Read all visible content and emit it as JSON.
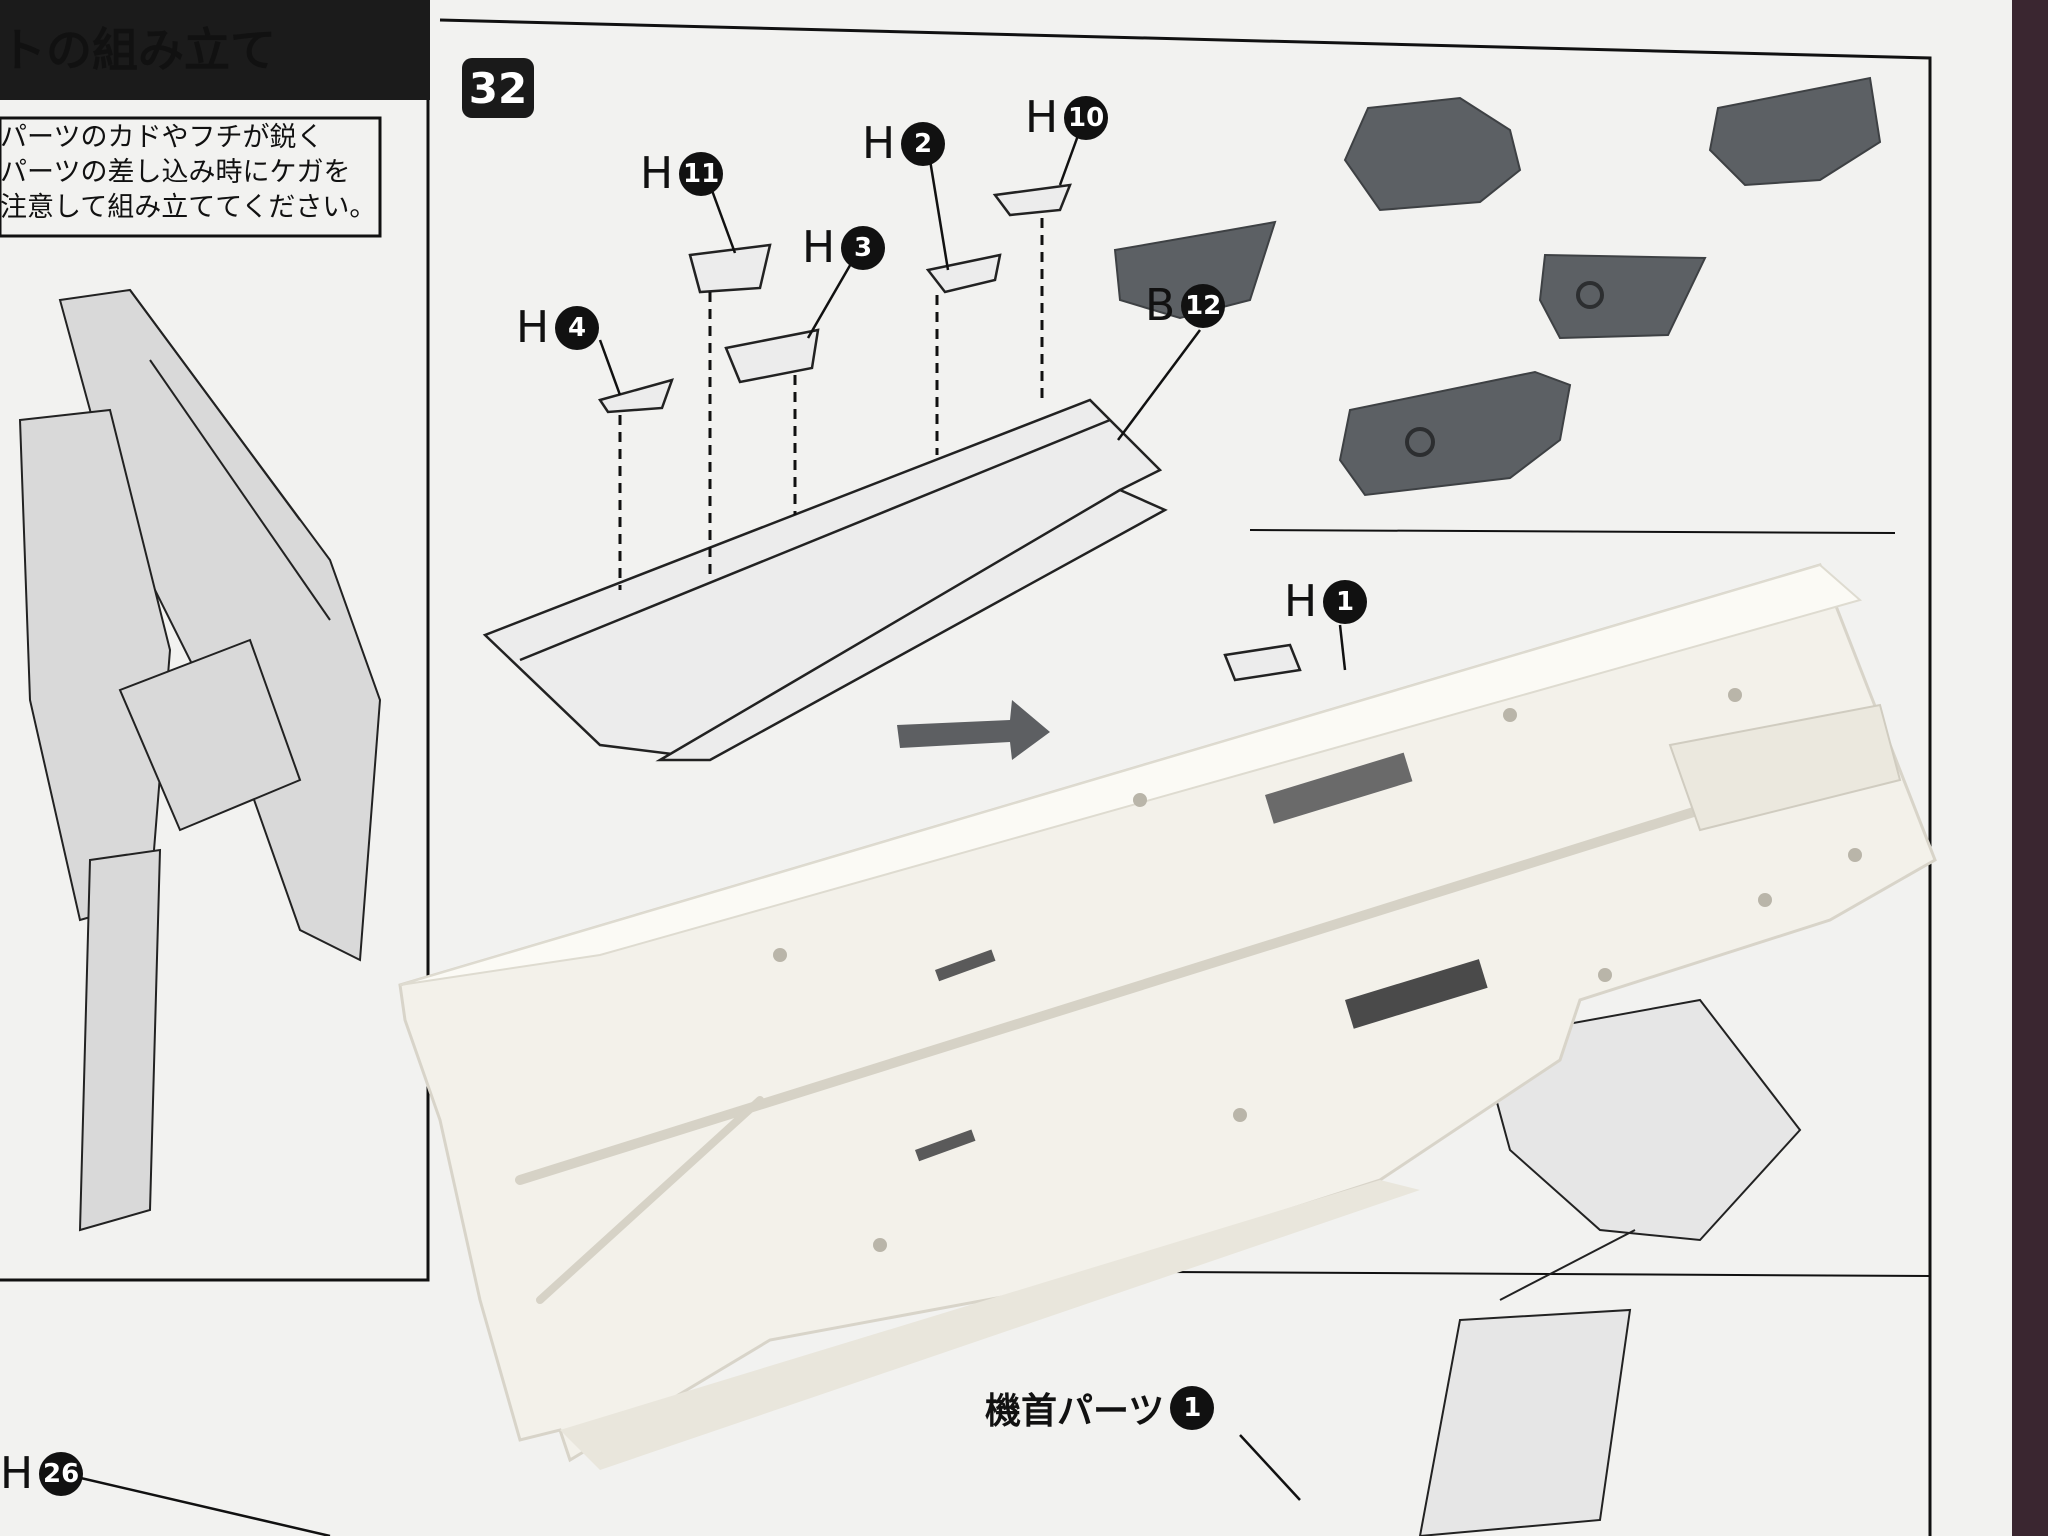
{
  "manual": {
    "section_title": "トの組み立て",
    "step_number": "32",
    "caution_lines": [
      "パーツのカドやフチが鋭く",
      "パーツの差し込み時にケガを",
      "注意して組み立ててください。"
    ]
  },
  "part_labels": {
    "h11": {
      "letter": "H",
      "num": "11"
    },
    "h2": {
      "letter": "H",
      "num": "2"
    },
    "h10": {
      "letter": "H",
      "num": "10"
    },
    "h3": {
      "letter": "H",
      "num": "3"
    },
    "h4": {
      "letter": "H",
      "num": "4"
    },
    "b12": {
      "letter": "B",
      "num": "12"
    },
    "h1": {
      "letter": "H",
      "num": "1"
    },
    "h26": {
      "letter": "H",
      "num": "26"
    }
  },
  "nose_label": {
    "text": "機首パーツ",
    "num": "1"
  },
  "colors": {
    "paper": "#f2f2f0",
    "plastic_white": "#f3f1ea",
    "plastic_gray": "#5a5e62",
    "ink": "#111111"
  }
}
